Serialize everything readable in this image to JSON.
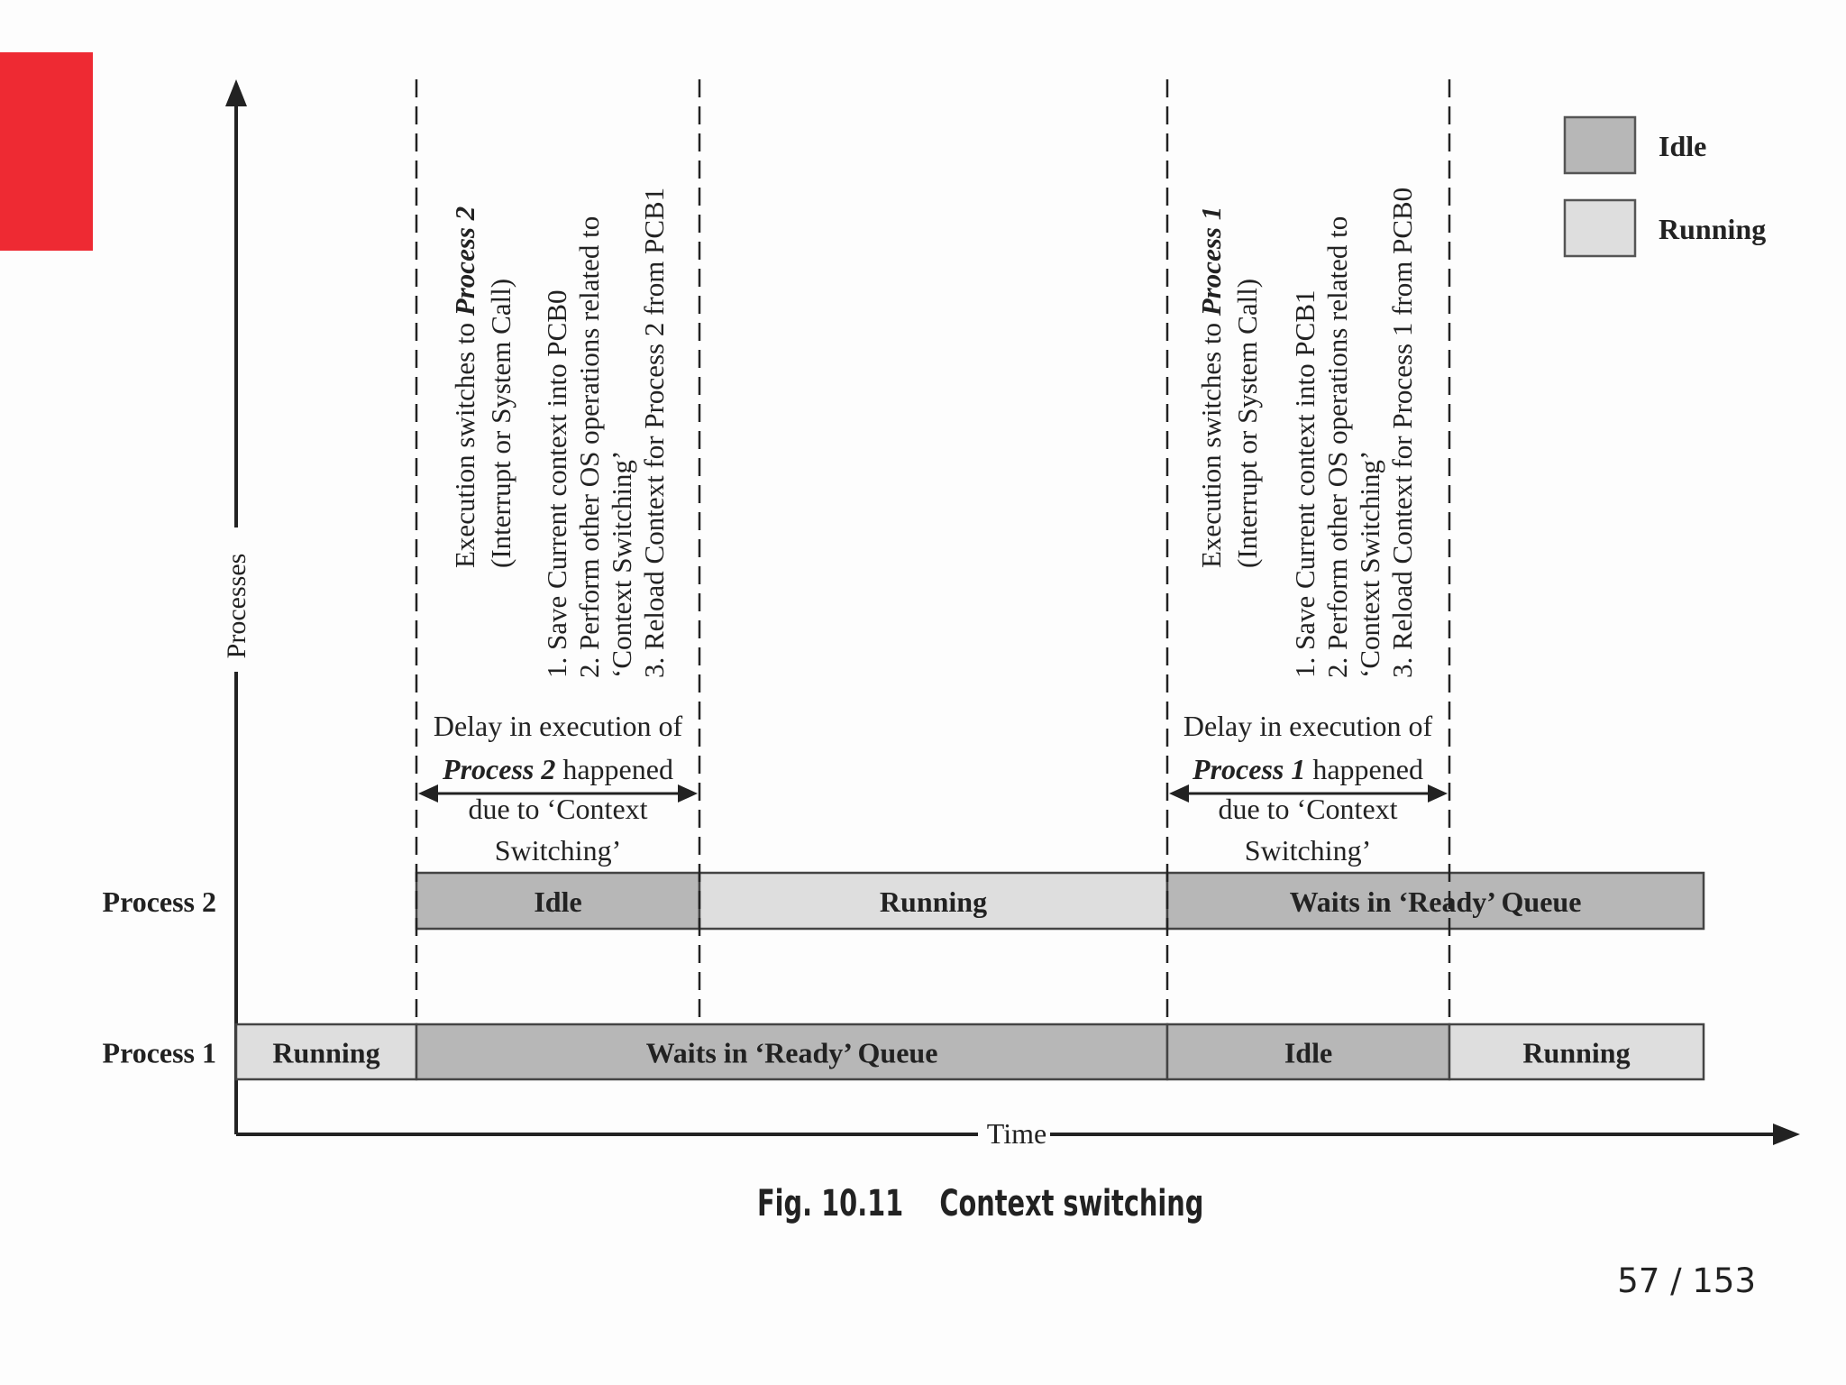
{
  "colors": {
    "accent": "#ee2a33",
    "idle": "#b7b7b7",
    "running": "#dedede",
    "line": "#222222"
  },
  "axes": {
    "y_label": "Processes",
    "x_label": "Time"
  },
  "legend": {
    "items": [
      {
        "label": "Idle",
        "state": "idle"
      },
      {
        "label": "Running",
        "state": "running"
      }
    ]
  },
  "rows": [
    {
      "label": "Process 2",
      "segments": [
        {
          "label": "Idle",
          "state": "idle"
        },
        {
          "label": "Running",
          "state": "running"
        },
        {
          "label": "Waits in ‘Ready’ Queue",
          "state": "idle"
        }
      ]
    },
    {
      "label": "Process 1",
      "segments": [
        {
          "label": "Running",
          "state": "running"
        },
        {
          "label": "Waits in ‘Ready’ Queue",
          "state": "idle"
        },
        {
          "label": "Idle",
          "state": "idle"
        },
        {
          "label": "Running",
          "state": "running"
        }
      ]
    }
  ],
  "switches": [
    {
      "header": [
        [
          "Execution switches to ",
          "Process 2"
        ],
        [
          "(Interrupt or System Call)",
          ""
        ]
      ],
      "steps": [
        "1. Save Current context into PCB0",
        "2. Perform other OS operations related to",
        "   ‘Context Switching’",
        "3. Reload Context for Process 2 from PCB1"
      ],
      "delay_lines": [
        [
          "Delay in execution of",
          ""
        ],
        [
          "",
          "Process 2",
          " happened"
        ],
        [
          "due to ‘Context",
          ""
        ],
        [
          "Switching’",
          ""
        ]
      ]
    },
    {
      "header": [
        [
          "Execution switches to ",
          "Process 1"
        ],
        [
          "(Interrupt or System Call)",
          ""
        ]
      ],
      "steps": [
        "1. Save Current context into PCB1",
        "2. Perform other OS operations related to",
        "   ‘Context Switching’",
        "3. Reload Context for Process 1 from PCB0"
      ],
      "delay_lines": [
        [
          "Delay in execution of",
          ""
        ],
        [
          "",
          "Process 1",
          " happened"
        ],
        [
          "due to ‘Context",
          ""
        ],
        [
          "Switching’",
          ""
        ]
      ]
    }
  ],
  "caption": {
    "fig": "Fig. 10.11",
    "title": "Context switching"
  },
  "page": {
    "number": "57 / 153"
  }
}
